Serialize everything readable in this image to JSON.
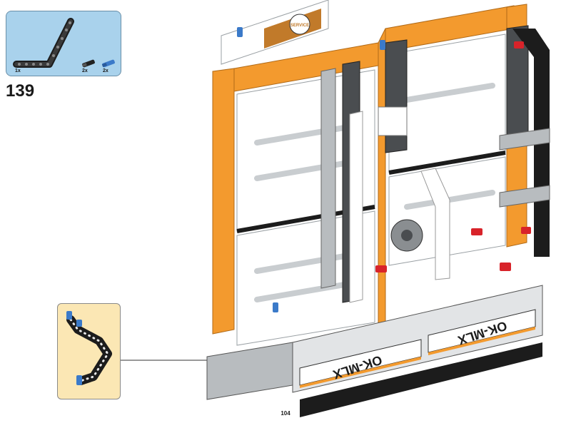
{
  "step": {
    "number": "139",
    "parts": [
      {
        "name": "black-bent-liftarm",
        "qty": "1x"
      },
      {
        "name": "black-axle-pin",
        "qty": "2x"
      },
      {
        "name": "blue-axle-pin",
        "qty": "2x"
      }
    ]
  },
  "model": {
    "logo_text": "SERVICE",
    "label_left": "OK-MLX",
    "label_right": "OK-MLX"
  },
  "page": {
    "number": "104"
  },
  "colors": {
    "callout_blue": "#a9d2ec",
    "callout_yellow": "#fbe7b4",
    "orange": "#f39a2e",
    "white": "#ffffff",
    "gray": "#b8bcbf",
    "dark_gray": "#4a4d50",
    "black": "#1c1c1c",
    "red": "#d8232a",
    "blue": "#3b7ac9"
  }
}
